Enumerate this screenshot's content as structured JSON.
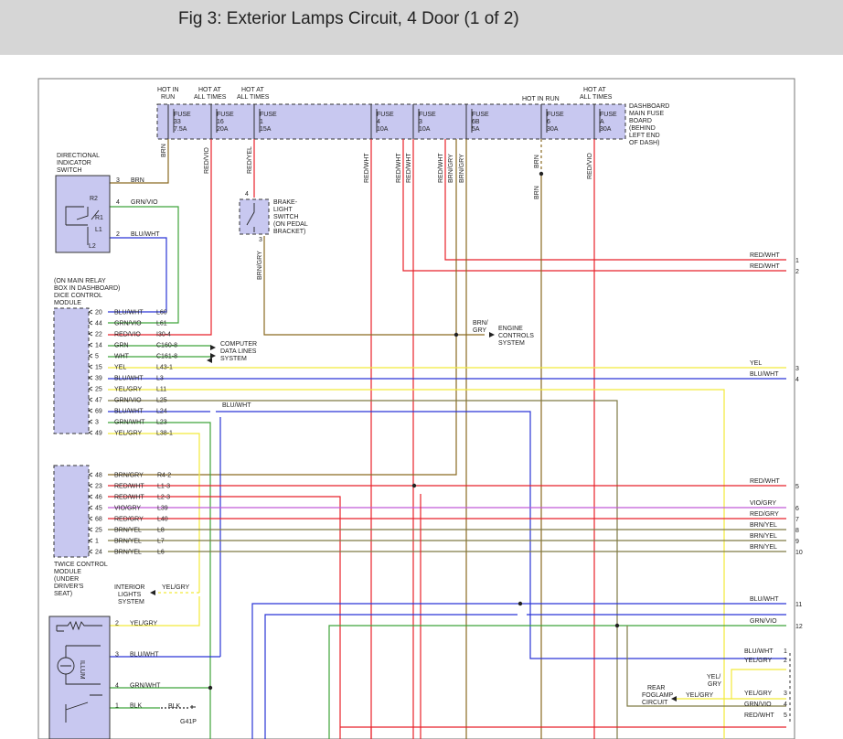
{
  "title": "Fig 3: Exterior Lamps Circuit, 4 Door (1 of 2)",
  "colors": {
    "red": "#e8222a",
    "blue": "#2a35d6",
    "green": "#3fa43a",
    "yellow": "#f2ea3a",
    "brown": "#8a6a22",
    "olive": "#7f7a45",
    "violet": "#c05ad8",
    "box_fill": "#c8c8f0"
  },
  "fuse_box": {
    "supply_labels": [
      "HOT IN",
      "RUN",
      "HOT AT",
      "ALL TIMES",
      "HOT AT",
      "ALL TIMES",
      "HOT IN RUN",
      "HOT AT",
      "ALL TIMES"
    ],
    "fuses": [
      {
        "l1": "FUSE",
        "l2": "33",
        "l3": "7.5A"
      },
      {
        "l1": "FUSE",
        "l2": "16",
        "l3": "20A"
      },
      {
        "l1": "FUSE",
        "l2": "1",
        "l3": "15A"
      },
      {
        "l1": "FUSE",
        "l2": "4",
        "l3": "10A"
      },
      {
        "l1": "FUSE",
        "l2": "3",
        "l3": "10A"
      },
      {
        "l1": "FUSE",
        "l2": "6B",
        "l3": "5A"
      },
      {
        "l1": "FUSE",
        "l2": "6",
        "l3": "30A"
      },
      {
        "l1": "FUSE",
        "l2": "A",
        "l3": "30A"
      }
    ],
    "caption": [
      "DASHBOARD",
      "MAIN FUSE",
      "BOARD",
      "(BEHIND",
      "LEFT END",
      "OF DASH)"
    ]
  },
  "vertical_wire_labels": [
    "BRN",
    "RED/VIO",
    "RED/YEL",
    "RED/WHT",
    "RED/WHT",
    "RED/WHT",
    "RED/WHT",
    "BRN/GRY",
    "BRN/GRY",
    "BRN",
    "BRN",
    "RED/VIO"
  ],
  "directional_switch": {
    "caption": [
      "DIRECTIONAL",
      "INDICATOR",
      "SWITCH"
    ],
    "internal": [
      "R2",
      "R1",
      "L1",
      "L2"
    ],
    "pins": [
      {
        "pin": "3",
        "wire": "BRN"
      },
      {
        "pin": "4",
        "wire": "GRN/VIO"
      },
      {
        "pin": "2",
        "wire": "BLU/WHT"
      }
    ]
  },
  "brake_switch": {
    "caption": [
      "BRAKE-",
      "LIGHT",
      "SWITCH",
      "(ON PEDAL",
      "BRACKET)"
    ],
    "pin_top": "4",
    "pin_bottom": "3",
    "wire": "BRN/GRY"
  },
  "dice": {
    "caption": [
      "(ON MAIN RELAY",
      "BOX IN DASHBOARD)",
      "DICE CONTROL",
      "MODULE"
    ],
    "pins": [
      {
        "pin": "20",
        "wire": "BLU/WHT",
        "term": "L60"
      },
      {
        "pin": "44",
        "wire": "GRN/VIO",
        "term": "L61"
      },
      {
        "pin": "22",
        "wire": "RED/VIO",
        "term": "I30-4"
      },
      {
        "pin": "14",
        "wire": "GRN",
        "term": "C160-8"
      },
      {
        "pin": "5",
        "wire": "WHT",
        "term": "C161-8"
      },
      {
        "pin": "15",
        "wire": "YEL",
        "term": "L43-1"
      },
      {
        "pin": "39",
        "wire": "BLU/WHT",
        "term": "L3"
      },
      {
        "pin": "25",
        "wire": "YEL/GRY",
        "term": "L11"
      },
      {
        "pin": "47",
        "wire": "GRN/VIO",
        "term": "L25"
      },
      {
        "pin": "69",
        "wire": "BLU/WHT",
        "term": "L24"
      },
      {
        "pin": "3",
        "wire": "GRN/WHT",
        "term": "L23"
      },
      {
        "pin": "49",
        "wire": "YEL/GRY",
        "term": "L38-1"
      }
    ]
  },
  "computer_data": [
    "COMPUTER",
    "DATA LINES",
    "SYSTEM"
  ],
  "engine_controls": {
    "wire": [
      "BRN/",
      "GRY"
    ],
    "caption": [
      "ENGINE",
      "CONTROLS",
      "SYSTEM"
    ]
  },
  "twice": {
    "caption": [
      "TWICE CONTROL",
      "MODULE",
      "(UNDER",
      "DRIVER'S",
      "SEAT)"
    ],
    "pins": [
      {
        "pin": "48",
        "wire": "BRN/GRY",
        "term": "R4-2"
      },
      {
        "pin": "23",
        "wire": "RED/WHT",
        "term": "L1-3"
      },
      {
        "pin": "46",
        "wire": "RED/WHT",
        "term": "L2-3"
      },
      {
        "pin": "45",
        "wire": "VIO/GRY",
        "term": "L39"
      },
      {
        "pin": "68",
        "wire": "RED/GRY",
        "term": "L40"
      },
      {
        "pin": "25",
        "wire": "BRN/YEL",
        "term": "L8"
      },
      {
        "pin": "1",
        "wire": "BRN/YEL",
        "term": "L7"
      },
      {
        "pin": "24",
        "wire": "BRN/YEL",
        "term": "L6"
      }
    ]
  },
  "bus_69_label": "BLU/WHT",
  "interior_lights": {
    "caption": [
      "INTERIOR",
      "LIGHTS",
      "SYSTEM"
    ],
    "wire": "YEL/GRY"
  },
  "headlamp_switch": {
    "internal": "ILLUM",
    "pins": [
      {
        "pin": "2",
        "wire": "YEL/GRY"
      },
      {
        "pin": "3",
        "wire": "BLU/WHT"
      },
      {
        "pin": "4",
        "wire": "GRN/WHT"
      },
      {
        "pin": "1",
        "wire": "BLK"
      }
    ],
    "ground_wire": "BLK",
    "ground": "G41P"
  },
  "rear_foglamp": {
    "caption": [
      "REAR",
      "FOGLAMP",
      "CIRCUIT"
    ],
    "wire": "YEL/GRY",
    "wire2": [
      "YEL/",
      "GRY"
    ]
  },
  "right_outputs": [
    {
      "n": "1",
      "wire": "RED/WHT"
    },
    {
      "n": "2",
      "wire": "RED/WHT"
    },
    {
      "n": "3",
      "wire": "YEL"
    },
    {
      "n": "4",
      "wire": "BLU/WHT"
    },
    {
      "n": "5",
      "wire": "RED/WHT"
    },
    {
      "n": "6",
      "wire": "VIO/GRY"
    },
    {
      "n": "7",
      "wire": "RED/GRY"
    },
    {
      "n": "8",
      "wire": "BRN/YEL"
    },
    {
      "n": "9",
      "wire": "BRN/YEL"
    },
    {
      "n": "10",
      "wire": "BRN/YEL"
    },
    {
      "n": "11",
      "wire": "BLU/WHT"
    },
    {
      "n": "12",
      "wire": "GRN/VIO"
    }
  ],
  "connector_right": [
    {
      "n": "1",
      "wire": "BLU/WHT"
    },
    {
      "n": "2",
      "wire": "YEL/GRY"
    },
    {
      "n": "3",
      "wire": "YEL/GRY"
    },
    {
      "n": "4",
      "wire": "GRN/VIO"
    },
    {
      "n": "5",
      "wire": "RED/WHT"
    }
  ]
}
